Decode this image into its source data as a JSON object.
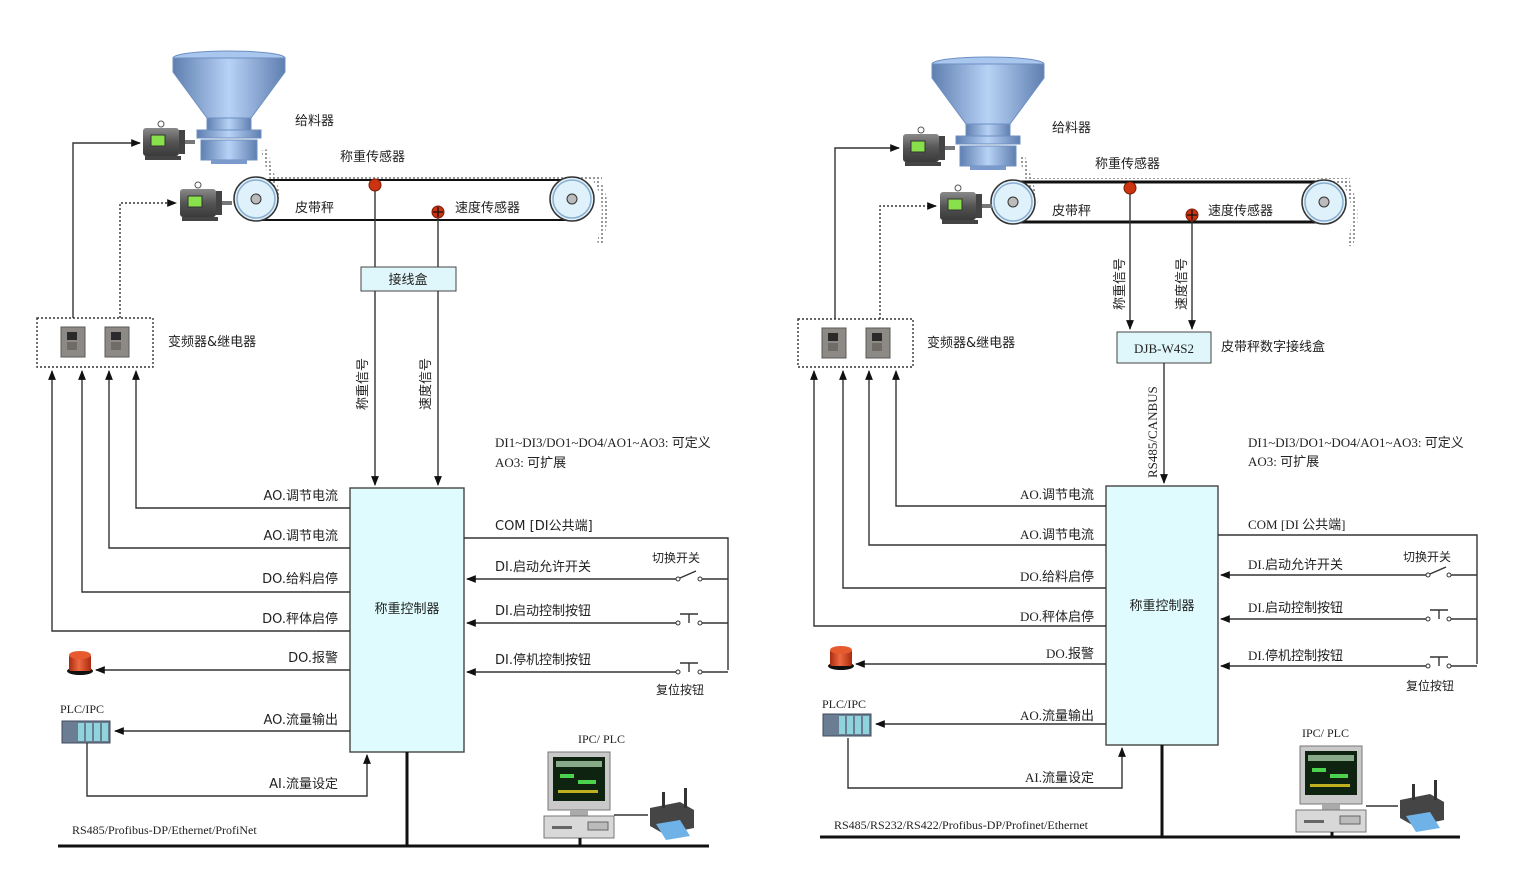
{
  "colors": {
    "controller_fill": "#dffbfd",
    "sensor_red": "#cc3311",
    "hopper_blue": "#8fb4e6",
    "alarm_red": "#d8401c"
  },
  "left": {
    "feeder_label": "给料器",
    "load_cell_label": "称重传感器",
    "belt_scale_label": "皮带秤",
    "speed_sensor_label": "速度传感器",
    "junction_box_label": "接线盒",
    "vfd_label": "变频器&继电器",
    "weight_signal_label": "称重信号",
    "speed_signal_label": "速度信号",
    "note_line1": "DI1~DI3/DO1~DO4/AO1~AO3: 可定义",
    "note_line2": "AO3: 可扩展",
    "controller_label": "称重控制器",
    "outputs": [
      "AO.调节电流",
      "AO.调节电流",
      "DO.给料启停",
      "DO.秤体启停",
      "DO.报警",
      "AO.流量输出",
      "AI.流量设定"
    ],
    "inputs": [
      "COM [DI公共端]",
      "DI.启动允许开关",
      "DI.启动控制按钮",
      "DI.停机控制按钮"
    ],
    "switch_label": "切换开关",
    "reset_button_label": "复位按钮",
    "plc_label": "PLC/IPC",
    "ipc_label": "IPC/ PLC",
    "bus_label": "RS485/Profibus-DP/Ethernet/ProfiNet"
  },
  "right": {
    "feeder_label": "给料器",
    "load_cell_label": "称重传感器",
    "belt_scale_label": "皮带秤",
    "speed_sensor_label": "速度传感器",
    "junction_box_label": "DJB-W4S2",
    "junction_box_desc": "皮带秤数字接线盒",
    "canbus_label": "RS485/CANBUS",
    "vfd_label": "变频器&继电器",
    "weight_signal_label": "称重信号",
    "speed_signal_label": "速度信号",
    "note_line1": "DI1~DI3/DO1~DO4/AO1~AO3:  可定义",
    "note_line2": "AO3:  可扩展",
    "controller_label": "称重控制器",
    "outputs": [
      "AO.调节电流",
      "AO.调节电流",
      "DO.给料启停",
      "DO.秤体启停",
      "DO.报警",
      "AO.流量输出",
      "AI.流量设定"
    ],
    "inputs": [
      "COM [DI 公共端]",
      "DI.启动允许开关",
      "DI.启动控制按钮",
      "DI.停机控制按钮"
    ],
    "switch_label": "切换开关",
    "reset_button_label": "复位按钮",
    "plc_label": "PLC/IPC",
    "ipc_label": "IPC/ PLC",
    "bus_label": "RS485/RS232/RS422/Profibus-DP/Profinet/Ethernet"
  }
}
